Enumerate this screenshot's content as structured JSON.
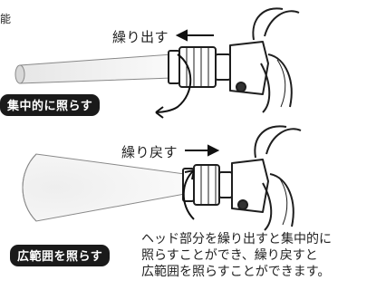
{
  "corner_fragment": "能",
  "top_panel": {
    "action_label": "繰り出す",
    "badge": "集中的に照らす"
  },
  "bottom_panel": {
    "action_label": "繰り戻す",
    "badge": "広範囲を照らす"
  },
  "description": {
    "line1": "ヘッド部分を繰り出すと集中的に",
    "line2": "照らすことができ、繰り戻すと",
    "line3": "広範囲を照らすことができます。"
  }
}
